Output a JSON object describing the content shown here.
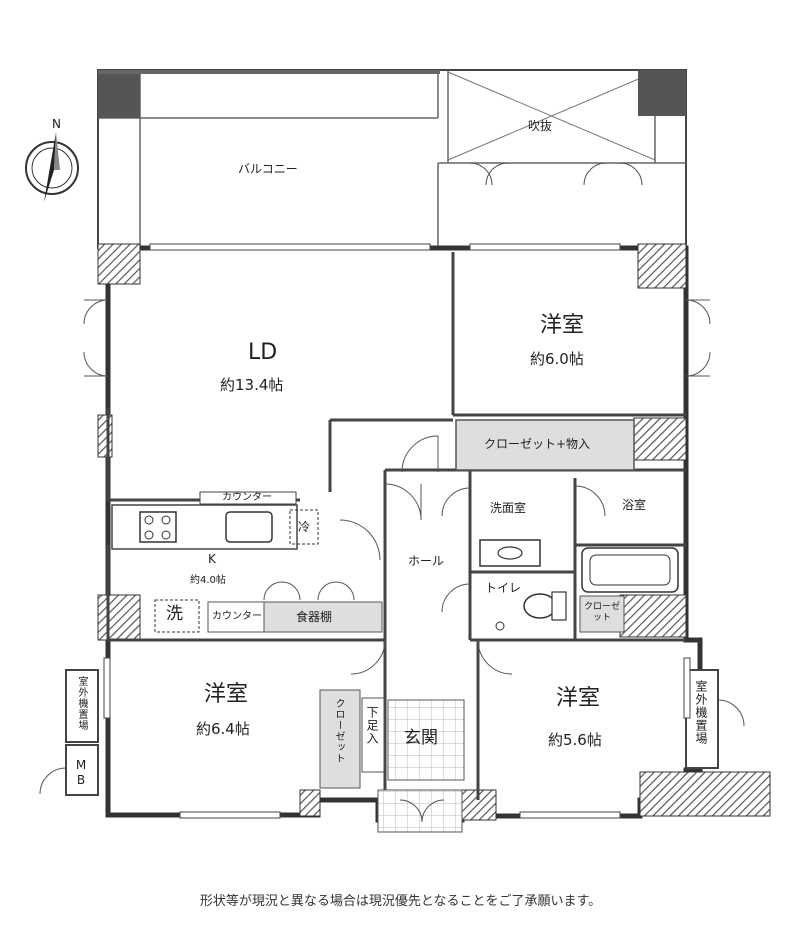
{
  "compass": {
    "north": "N"
  },
  "rooms": {
    "balcony": "バルコニー",
    "void": "吹抜",
    "ld": {
      "name": "LD",
      "size": "約13.4帖"
    },
    "western_ne": {
      "name": "洋室",
      "size": "約6.0帖"
    },
    "closet_storage": "クローゼット+物入",
    "kitchen": {
      "name": "K",
      "size": "約4.0帖"
    },
    "counter_top": "カウンター",
    "counter_bottom": "カウンター",
    "fridge": "冷",
    "washer": "洗",
    "cupboard": "食器棚",
    "washroom": "洗面室",
    "bathroom": "浴室",
    "hall": "ホール",
    "toilet": "トイレ",
    "closet_small": "クローゼット",
    "western_sw": {
      "name": "洋室",
      "size": "約6.4帖"
    },
    "closet_sw": "クローゼット",
    "shoe_box": "下足入",
    "entrance": "玄関",
    "western_se": {
      "name": "洋室",
      "size": "約5.6帖"
    },
    "ac_left": "室外機置場",
    "ac_right": "室外機置場",
    "mb": "MB"
  },
  "caption": "形状等が現況と異なる場合は現況優先となることをご了承願います。"
}
